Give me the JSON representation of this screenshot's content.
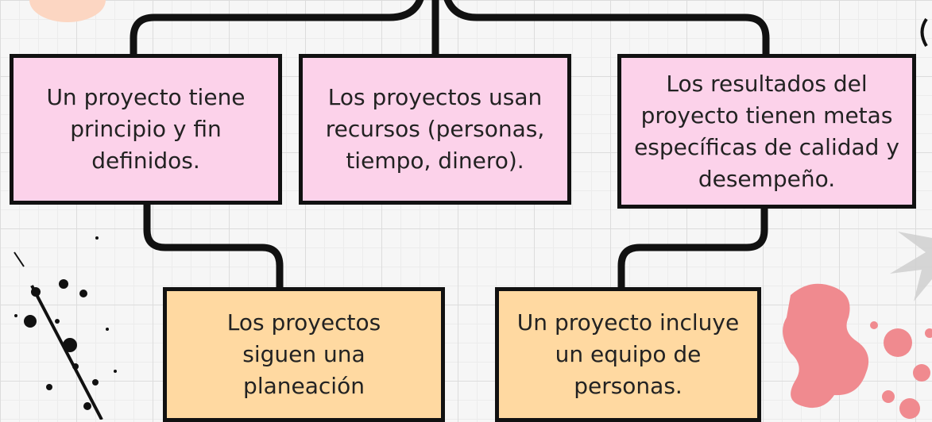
{
  "diagram": {
    "top_boxes": [
      {
        "text": "Un proyecto tiene principio y fin definidos."
      },
      {
        "text": "Los proyectos usan recursos (personas, tiempo, dinero)."
      },
      {
        "text": "Los resultados del proyecto tienen metas específicas de calidad y desempeño."
      }
    ],
    "bottom_boxes": [
      {
        "text": "Los proyectos siguen una planeación"
      },
      {
        "text": "Un proyecto incluye un equipo de personas."
      }
    ]
  },
  "colors": {
    "box_pink": "#fcd2ea",
    "box_peach": "#ffd9a1",
    "outline": "#111111",
    "splash_coral": "#f08a8f",
    "splash_pink": "#f54fa8",
    "splash_grey": "#cfcfcf"
  }
}
